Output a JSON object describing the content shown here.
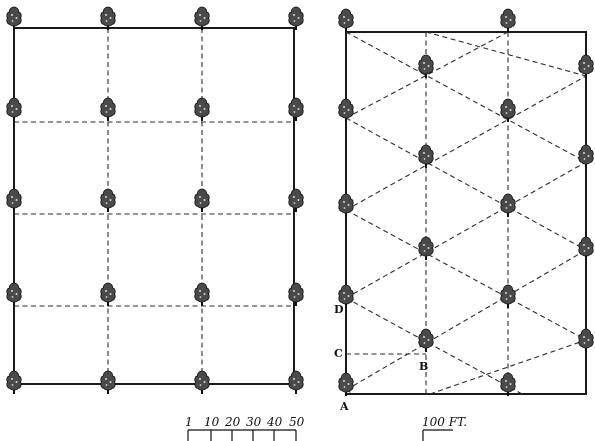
{
  "labels": {
    "point_a": "A",
    "point_b": "B",
    "point_c": "C",
    "point_d": "D"
  },
  "scale": {
    "ticks": [
      "1",
      "10",
      "20",
      "30",
      "40",
      "50"
    ],
    "right_label": "100 FT."
  },
  "icons": {
    "tree": "tree-icon"
  }
}
